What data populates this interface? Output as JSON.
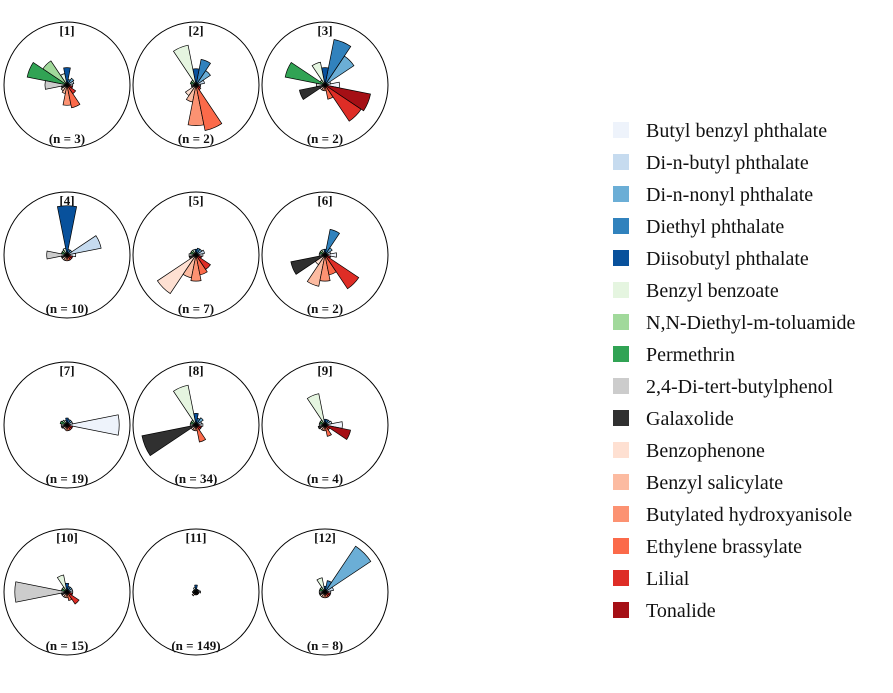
{
  "chart_data": {
    "type": "polar-bar",
    "angular_sectors": 16,
    "legend_placement": "right",
    "legend": [
      {
        "name": "Butyl benzyl phthalate",
        "color": "#eef3fb"
      },
      {
        "name": "Di-n-butyl phthalate",
        "color": "#c6dbef"
      },
      {
        "name": "Di-n-nonyl phthalate",
        "color": "#6baed6"
      },
      {
        "name": "Diethyl phthalate",
        "color": "#3182bd"
      },
      {
        "name": "Diisobutyl phthalate",
        "color": "#08519c"
      },
      {
        "name": "Benzyl benzoate",
        "color": "#e5f5e0"
      },
      {
        "name": "N,N-Diethyl-m-toluamide",
        "color": "#a1d99b"
      },
      {
        "name": "Permethrin",
        "color": "#31a354"
      },
      {
        "name": "2,4-Di-tert-butylphenol",
        "color": "#cccccc"
      },
      {
        "name": "Galaxolide",
        "color": "#303030"
      },
      {
        "name": "Benzophenone",
        "color": "#fee0d2"
      },
      {
        "name": "Benzyl salicylate",
        "color": "#fcbba1"
      },
      {
        "name": "Butylated hydroxyanisole",
        "color": "#fc9272"
      },
      {
        "name": "Ethylene brassylate",
        "color": "#fb6a4a"
      },
      {
        "name": "Lilial",
        "color": "#de2d26"
      },
      {
        "name": "Tonalide",
        "color": "#a50f15"
      }
    ],
    "panels": [
      {
        "label": "[1]",
        "n": "(n = 3)",
        "values": [
          0.1,
          0.12,
          0.14,
          0.1,
          0.3,
          0.2,
          0.5,
          0.7,
          0.38,
          0.1,
          0.12,
          0.15,
          0.35,
          0.4,
          0.18,
          0.1
        ]
      },
      {
        "label": "[2]",
        "n": "(n = 2)",
        "values": [
          0.08,
          0.15,
          0.3,
          0.45,
          0.28,
          0.7,
          0.1,
          0.1,
          0.08,
          0.08,
          0.22,
          0.3,
          0.7,
          0.8,
          0.1,
          0.08
        ]
      },
      {
        "label": "[3]",
        "n": "(n = 2)",
        "values": [
          0.25,
          0.1,
          0.6,
          0.8,
          0.3,
          0.4,
          0.1,
          0.7,
          0.15,
          0.45,
          0.1,
          0.1,
          0.1,
          0.25,
          0.75,
          0.8
        ]
      },
      {
        "label": "[4]",
        "n": "(n = 10)",
        "values": [
          0.15,
          0.6,
          0.1,
          0.1,
          0.85,
          0.12,
          0.1,
          0.1,
          0.35,
          0.1,
          0.1,
          0.1,
          0.1,
          0.1,
          0.1,
          0.1
        ]
      },
      {
        "label": "[5]",
        "n": "(n = 7)",
        "values": [
          0.12,
          0.15,
          0.12,
          0.12,
          0.1,
          0.1,
          0.1,
          0.1,
          0.12,
          0.12,
          0.8,
          0.4,
          0.45,
          0.35,
          0.3,
          0.1
        ]
      },
      {
        "label": "[6]",
        "n": "(n = 2)",
        "values": [
          0.2,
          0.1,
          0.15,
          0.45,
          0.1,
          0.1,
          0.1,
          0.1,
          0.1,
          0.6,
          0.2,
          0.55,
          0.45,
          0.35,
          0.7,
          0.1
        ]
      },
      {
        "label": "[7]",
        "n": "(n = 19)",
        "values": [
          0.9,
          0.1,
          0.1,
          0.1,
          0.12,
          0.08,
          0.1,
          0.12,
          0.1,
          0.1,
          0.08,
          0.08,
          0.1,
          0.1,
          0.1,
          0.1
        ]
      },
      {
        "label": "[8]",
        "n": "(n = 34)",
        "values": [
          0.12,
          0.1,
          0.15,
          0.12,
          0.2,
          0.7,
          0.1,
          0.1,
          0.1,
          0.95,
          0.1,
          0.1,
          0.1,
          0.3,
          0.1,
          0.1
        ]
      },
      {
        "label": "[9]",
        "n": "(n = 4)",
        "values": [
          0.3,
          0.12,
          0.1,
          0.1,
          0.1,
          0.55,
          0.1,
          0.1,
          0.1,
          0.12,
          0.1,
          0.1,
          0.1,
          0.2,
          0.1,
          0.45
        ]
      },
      {
        "label": "[10]",
        "n": "(n = 15)",
        "values": [
          0.1,
          0.1,
          0.1,
          0.1,
          0.15,
          0.3,
          0.1,
          0.1,
          0.9,
          0.1,
          0.1,
          0.1,
          0.1,
          0.15,
          0.25,
          0.1
        ]
      },
      {
        "label": "[11]",
        "n": "(n = 149)",
        "values": [
          0.08,
          0.06,
          0.05,
          0.05,
          0.12,
          0.08,
          0.05,
          0.05,
          0.06,
          0.05,
          0.08,
          0.05,
          0.05,
          0.05,
          0.05,
          0.05
        ]
      },
      {
        "label": "[12]",
        "n": "(n = 8)",
        "values": [
          0.1,
          0.15,
          0.95,
          0.2,
          0.1,
          0.25,
          0.1,
          0.1,
          0.1,
          0.1,
          0.1,
          0.1,
          0.1,
          0.1,
          0.1,
          0.1
        ]
      }
    ]
  }
}
